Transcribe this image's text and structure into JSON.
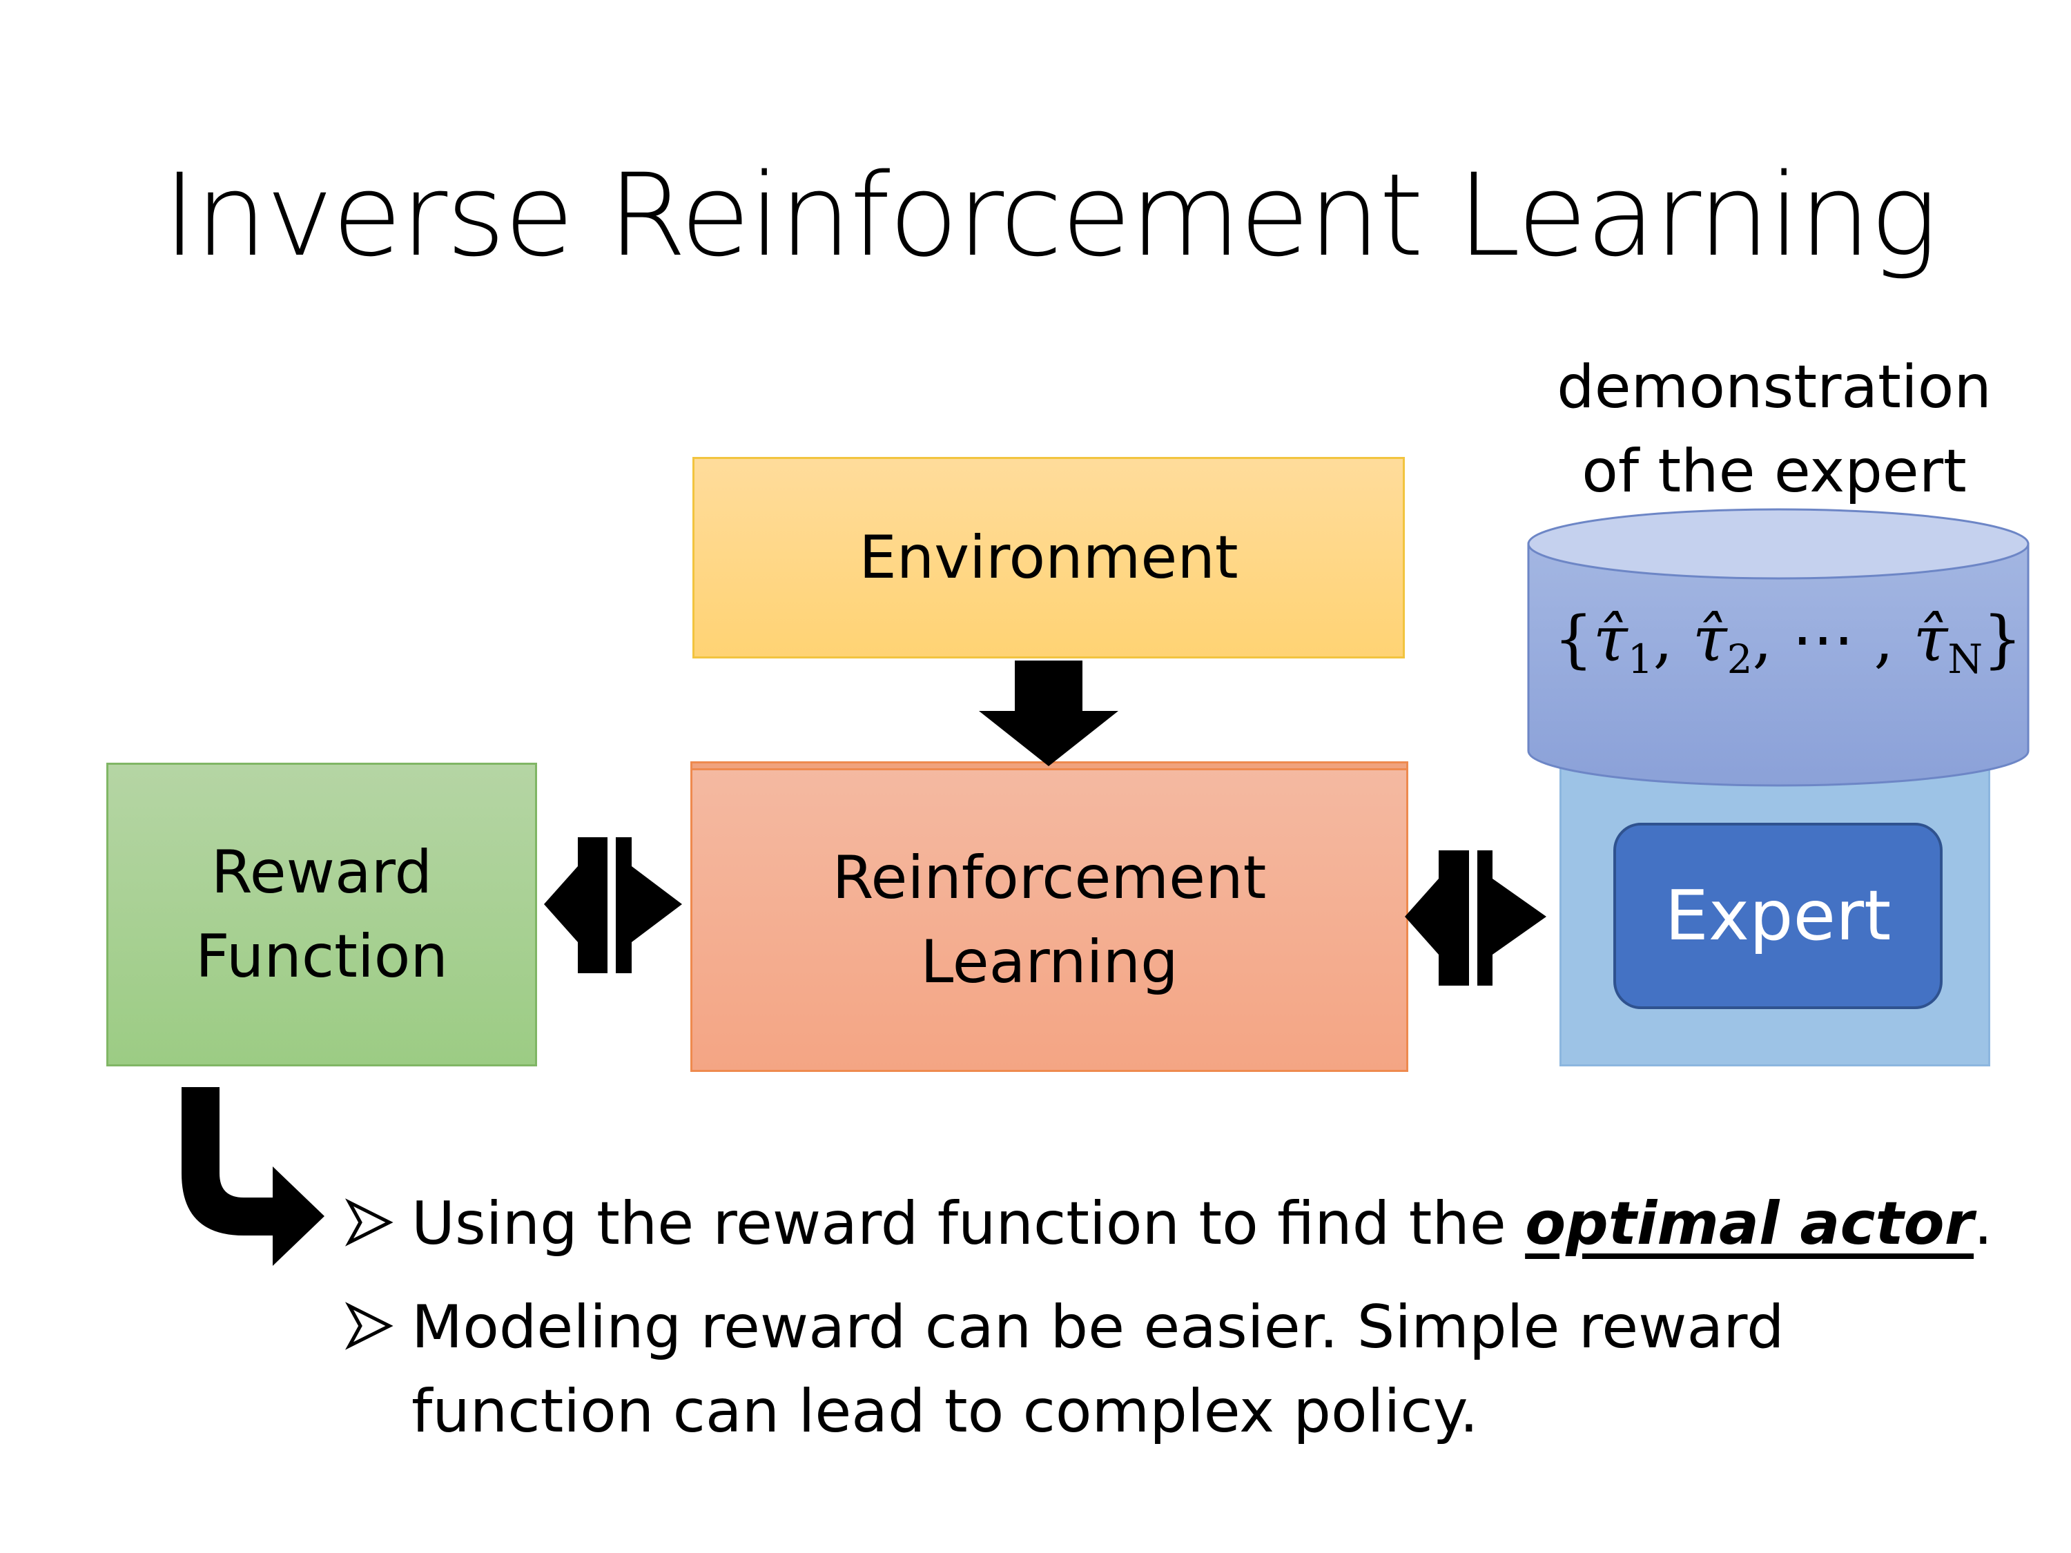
{
  "title": "Inverse Reinforcement Learning",
  "environment": {
    "label": "Environment"
  },
  "reinforcement_learning": {
    "line1": "Reinforcement",
    "line2": "Learning"
  },
  "reward_function": {
    "line1": "Reward",
    "line2": "Function"
  },
  "expert": {
    "caption_line1": "demonstration",
    "caption_line2": "of the expert",
    "box_label": "Expert",
    "trajectories": {
      "open": "{",
      "tau": "τ̂",
      "sub1": "1",
      "sub2": "2",
      "ellipsis": "⋯",
      "subN": "N",
      "close": "}"
    }
  },
  "bullets": [
    {
      "text_before": "Using the reward function to find the ",
      "emphasis": "optimal actor",
      "text_after": "."
    },
    {
      "line1": "Modeling reward can be easier. Simple reward",
      "line2": "function can lead to complex policy."
    }
  ],
  "colors": {
    "environment_fill": "#ffd374",
    "rl_fill": "#f4a584",
    "reward_fill": "#9ccc84",
    "expert_back_fill": "#9dc3e6",
    "expert_fill": "#4472c4",
    "cylinder_fill": "#8fa7dc"
  },
  "icons": [
    "down-arrow-icon",
    "double-arrow-icon",
    "turn-arrow-icon",
    "bullet-arrowhead-icon"
  ]
}
